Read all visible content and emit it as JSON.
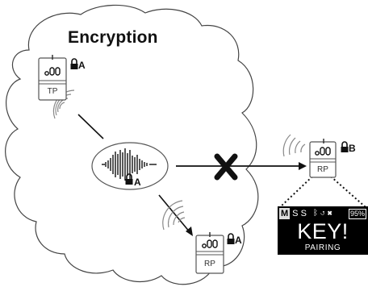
{
  "title": "Encryption",
  "devices": {
    "tp": {
      "label": "TP",
      "key": "A"
    },
    "rp_cloud": {
      "label": "RP",
      "key": "A"
    },
    "rp_outside": {
      "label": "RP",
      "key": "B"
    }
  },
  "audio": {
    "key": "A"
  },
  "screen": {
    "mode_badge": "M",
    "mode_extra": "S S",
    "battery": "95%",
    "icons": [
      "bluetooth-icon",
      "loop-icon",
      "mute-icon"
    ],
    "message": "KEY!",
    "submessage": "PAIRING"
  },
  "colors": {
    "line": "#111111",
    "cross": "#111111",
    "screen_bg": "#000000"
  }
}
